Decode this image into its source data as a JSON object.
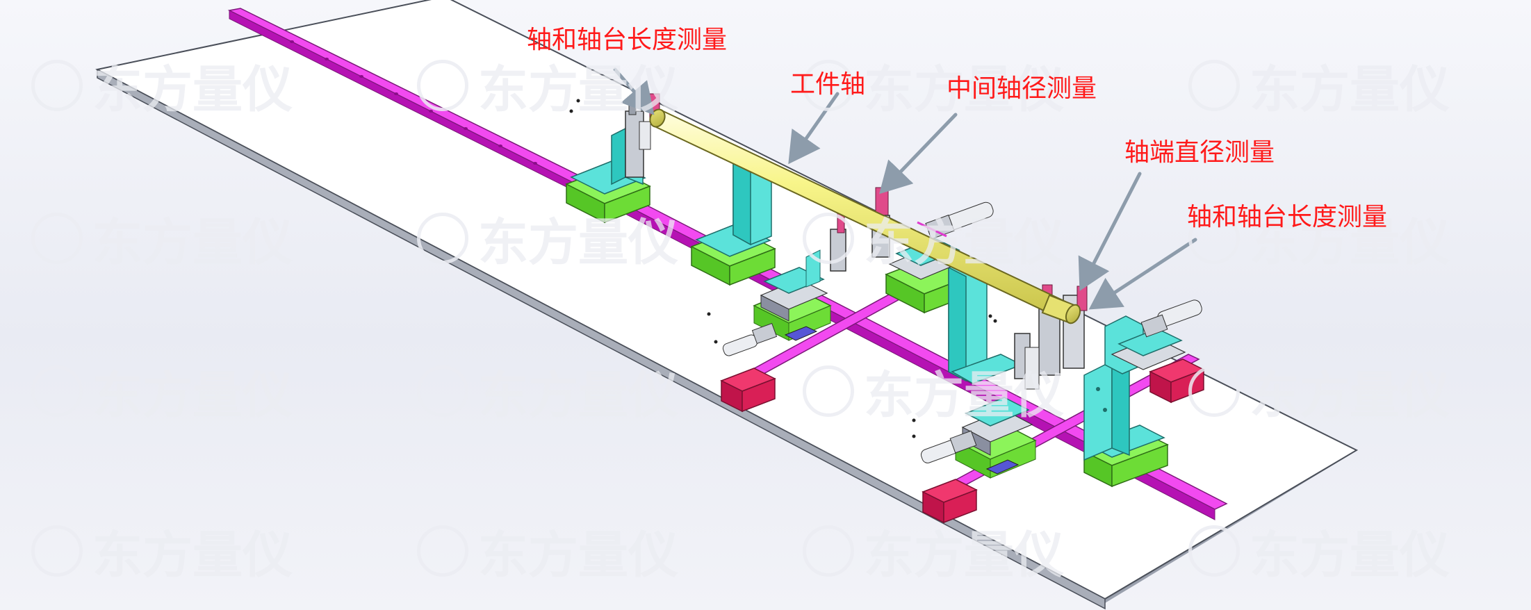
{
  "watermark": {
    "text": "东方量仪"
  },
  "callouts": {
    "shaft_length_left": "轴和轴台长度测量",
    "workpiece_shaft": "工件轴",
    "middle_diameter": "中间轴径测量",
    "end_diameter": "轴端直径测量",
    "shaft_length_right": "轴和轴台长度测量"
  },
  "colors": {
    "base_plate": "#ffffff",
    "rail": "#e20ae0",
    "shaft": "#f6f47c",
    "bracket": "#3fd8d0",
    "base_block": "#7df03a",
    "end_stop": "#e2185e",
    "leader_arrow": "#8d9cab",
    "label": "#ff1a1a"
  }
}
